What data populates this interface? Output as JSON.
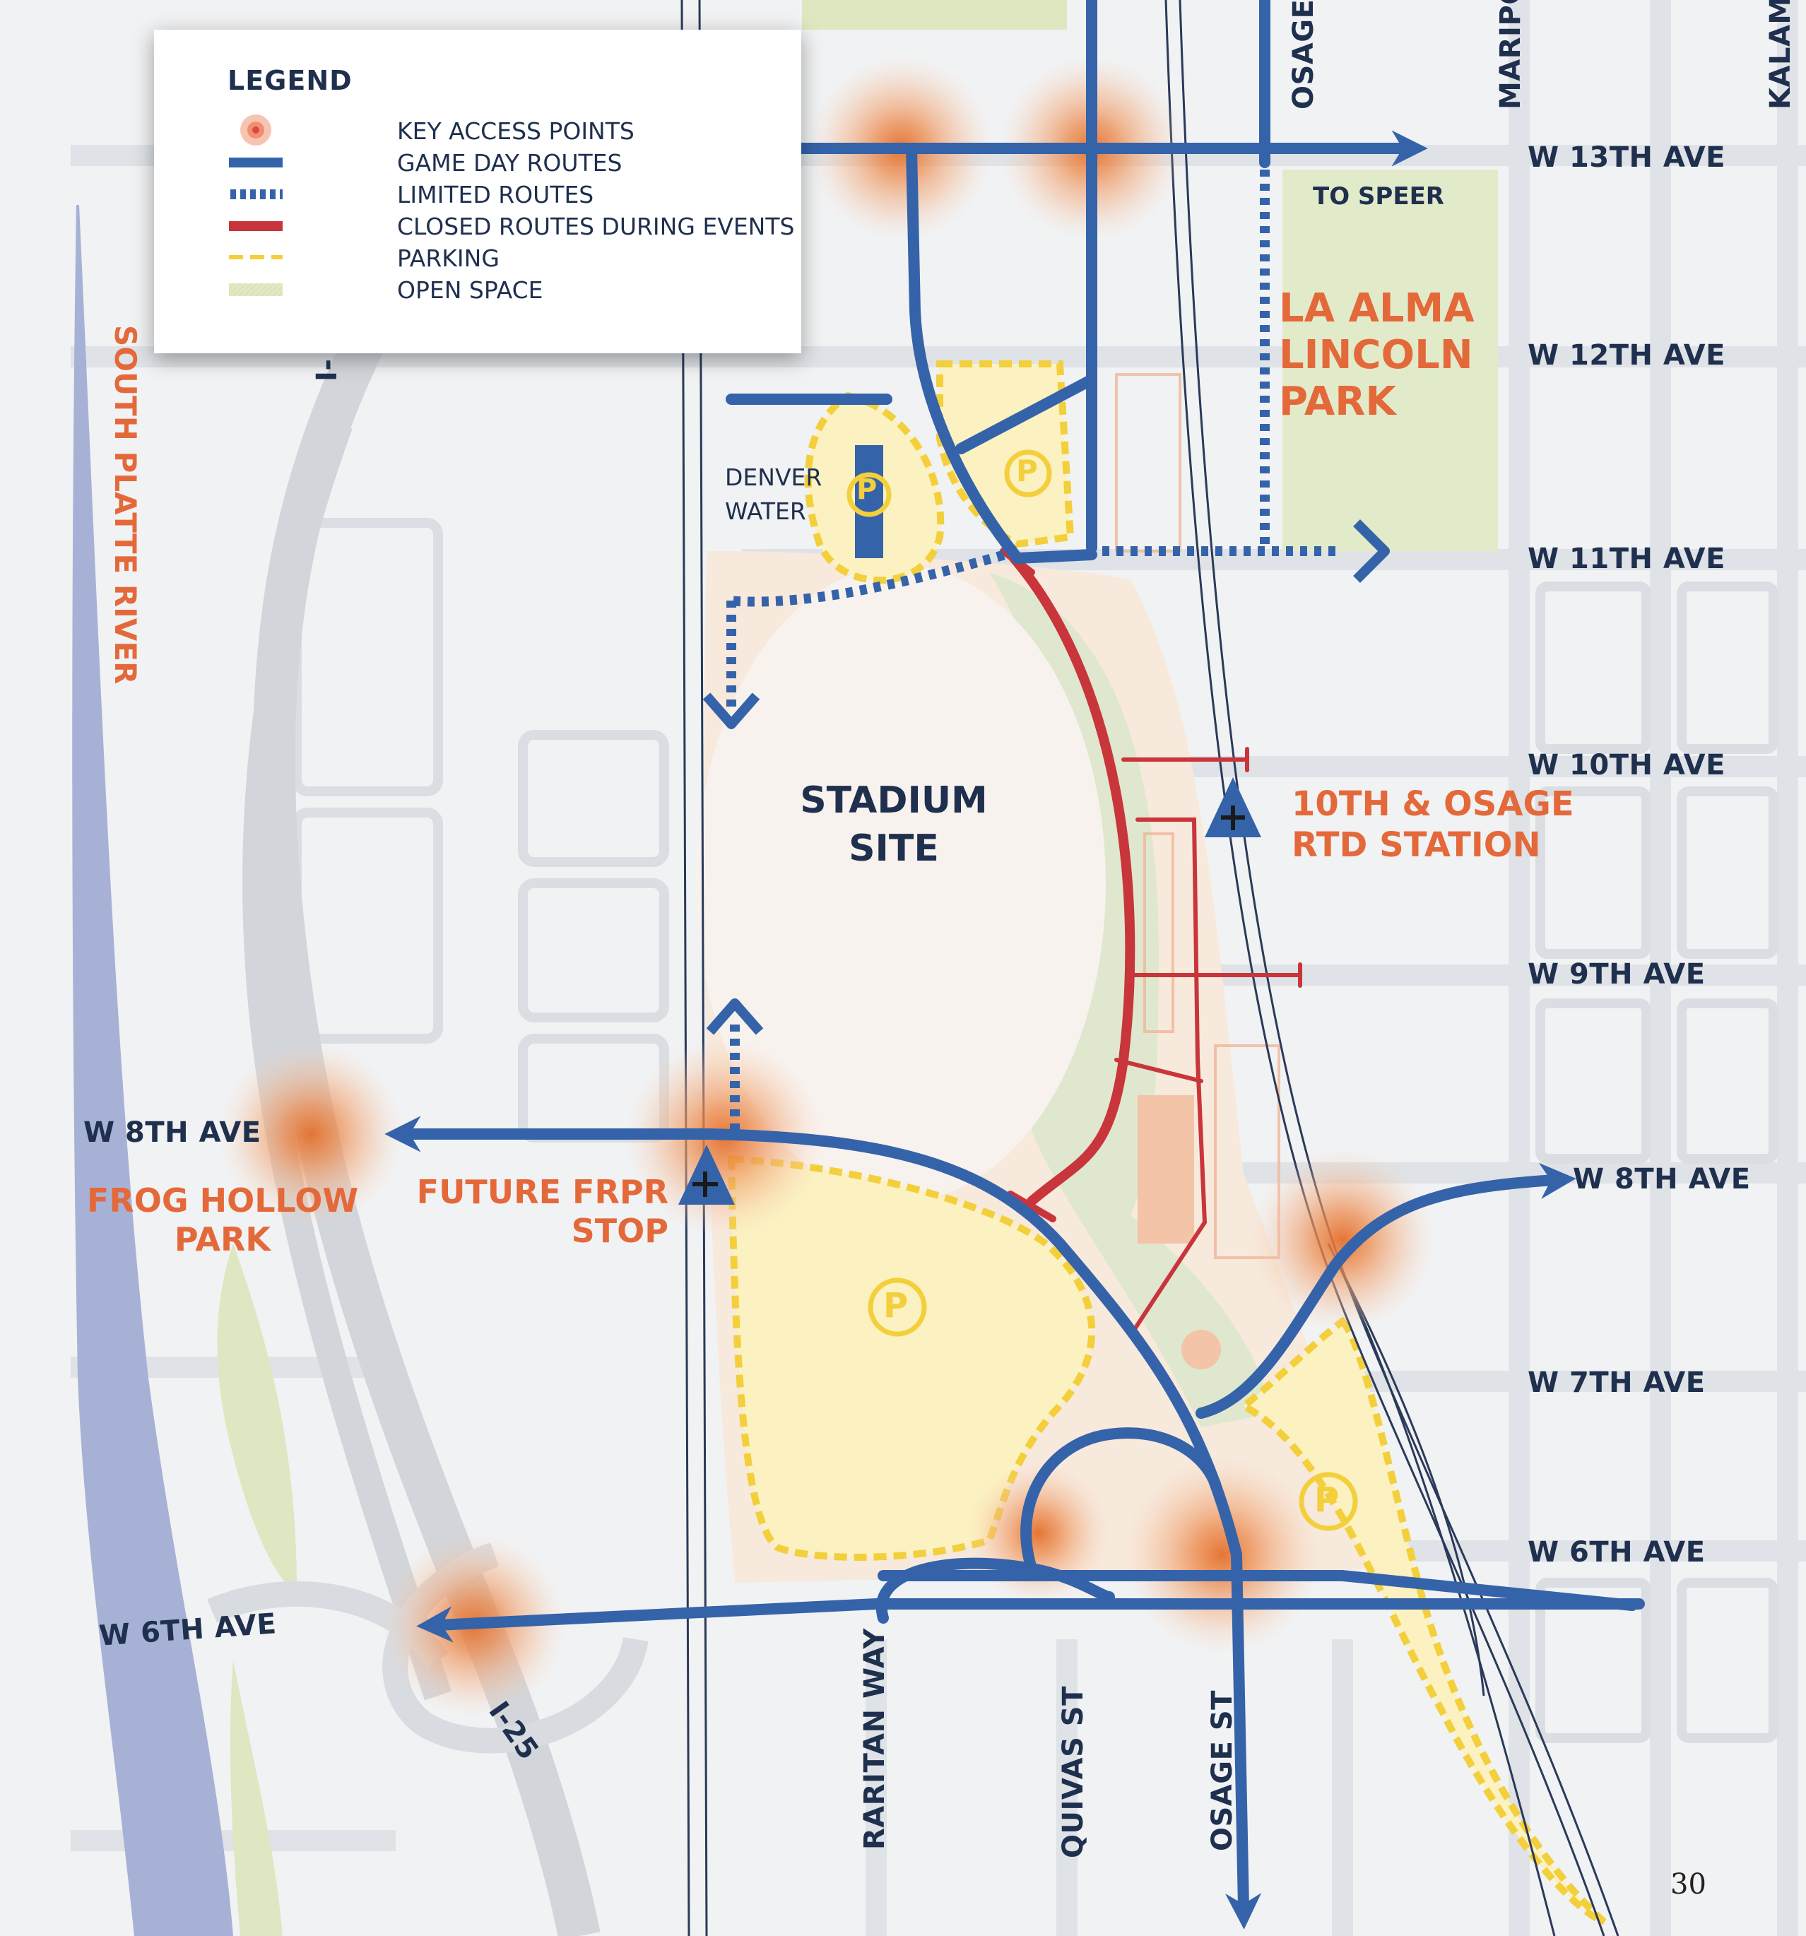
{
  "legend": {
    "title": "LEGEND",
    "items": [
      {
        "label": "KEY ACCESS POINTS",
        "icon": "radial-glow-icon",
        "color": "#e4693a"
      },
      {
        "label": "GAME DAY ROUTES",
        "icon": "solid-line-icon",
        "color": "#3563a9"
      },
      {
        "label": "LIMITED ROUTES",
        "icon": "dotted-line-icon",
        "color": "#3563a9"
      },
      {
        "label": "CLOSED ROUTES DURING EVENTS",
        "icon": "solid-line-icon",
        "color": "#c8353a"
      },
      {
        "label": "PARKING",
        "icon": "dashed-line-icon",
        "color": "#f3cf3c"
      },
      {
        "label": "OPEN SPACE",
        "icon": "hatched-fill-icon",
        "color": "#dfe7c2"
      }
    ]
  },
  "streets": {
    "w13th": "W 13TH AVE",
    "w12th": "W 12TH AVE",
    "w11th": "W 11TH AVE",
    "w10th": "W 10TH AVE",
    "w9th": "W 9TH AVE",
    "w8th_east": "W 8TH AVE",
    "w8th_west": "W 8TH AVE",
    "w7th": "W 7TH AVE",
    "w6th_east": "W 6TH AVE",
    "w6th_west": "W 6TH AVE",
    "raritan": "RARITAN WAY",
    "quivas": "QUIVAS ST",
    "osage_st": "OSAGE ST",
    "osage_top": "OSAGE",
    "mariposa_top": "MARIPO",
    "kalamath_top": "KALAM",
    "i25": "I-25",
    "i25_top": "I-"
  },
  "places": {
    "river": "SOUTH PLATTE RIVER",
    "stadium_line1": "STADIUM",
    "stadium_line2": "SITE",
    "denver_water_line1": "DENVER",
    "denver_water_line2": "WATER",
    "park_line1": "LA ALMA",
    "park_line2": "LINCOLN",
    "park_line3": "PARK",
    "to_speer": "TO SPEER",
    "rtd_line1": "10TH & OSAGE",
    "rtd_line2": "RTD STATION",
    "frpr_line1": "FUTURE FRPR",
    "frpr_line2": "STOP",
    "frog_line1": "FROG HOLLOW",
    "frog_line2": "PARK",
    "parking_symbol": "P"
  },
  "page_number": "30",
  "colors": {
    "game_day_route": "#3563a9",
    "closed_route": "#c8353a",
    "parking": "#f3cf3c",
    "access_point": "#e4693a",
    "open_space": "#dfe7c2",
    "label_dark": "#1f2f4e",
    "label_orange": "#e4693a"
  }
}
